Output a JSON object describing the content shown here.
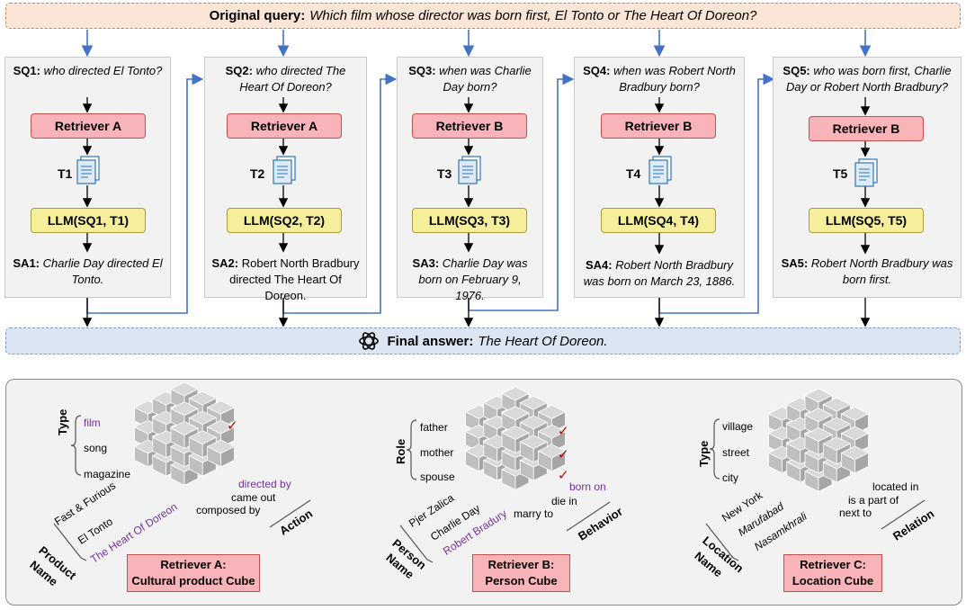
{
  "query": {
    "label": "Original query:",
    "text": "Which film whose director was born first, El Tonto or The Heart Of Doreon?"
  },
  "steps": [
    {
      "sq_label": "SQ1:",
      "sq_text": "who directed El Tonto?",
      "retriever": "Retriever A",
      "t": "T1",
      "llm": "LLM(SQ1, T1)",
      "sa_label": "SA1:",
      "sa_text": "Charlie Day directed El Tonto."
    },
    {
      "sq_label": "SQ2:",
      "sq_text": "who directed The Heart Of Doreon?",
      "retriever": "Retriever A",
      "t": "T2",
      "llm": "LLM(SQ2, T2)",
      "sa_label": "SA2:",
      "sa_text": "Robert North Bradbury directed The Heart Of Doreon."
    },
    {
      "sq_label": "SQ3:",
      "sq_text": "when was Charlie Day born?",
      "retriever": "Retriever B",
      "t": "T3",
      "llm": "LLM(SQ3, T3)",
      "sa_label": "SA3:",
      "sa_text": "Charlie Day was born on February 9, 1976."
    },
    {
      "sq_label": "SQ4:",
      "sq_text": "when was Robert North Bradbury born?",
      "retriever": "Retriever B",
      "t": "T4",
      "llm": "LLM(SQ4, T4)",
      "sa_label": "SA4:",
      "sa_text": "Robert North Bradbury was born on March 23, 1886."
    },
    {
      "sq_label": "SQ5:",
      "sq_text": "who was born first, Charlie Day or Robert North Bradbury?",
      "retriever": "Retriever B",
      "t": "T5",
      "llm": "LLM(SQ5, T5)",
      "sa_label": "SA5:",
      "sa_text": "Robert North Bradbury was born first."
    }
  ],
  "final": {
    "label": "Final answer:",
    "text": "The Heart Of Doreon."
  },
  "cubes": [
    {
      "type_axis": "Type",
      "types": [
        "film",
        "song",
        "magazine"
      ],
      "name_axis": [
        "Product",
        "Name"
      ],
      "names": [
        "Fast & Furious",
        "El Tonto",
        "The Heart Of Doreon"
      ],
      "action_axis": "Action",
      "actions": [
        "directed by",
        "came out",
        "composed by"
      ],
      "caption_line1": "Retriever A:",
      "caption_line2": "Cultural product Cube"
    },
    {
      "type_axis": "Role",
      "types": [
        "father",
        "mother",
        "spouse"
      ],
      "name_axis": [
        "Person",
        "Name"
      ],
      "names": [
        "Pjer Zalica",
        "Charlie Day",
        "Robert Bradury"
      ],
      "action_axis": "Behavior",
      "actions": [
        "born on",
        "die in",
        "marry to"
      ],
      "caption_line1": "Retriever B:",
      "caption_line2": "Person Cube"
    },
    {
      "type_axis": "Type",
      "types": [
        "village",
        "street",
        "city"
      ],
      "name_axis": [
        "Location",
        "Name"
      ],
      "names": [
        "New York",
        "Marufabad",
        "Nasamkhrali"
      ],
      "action_axis": "Relation",
      "actions": [
        "located in",
        "is a part of",
        "next to"
      ],
      "caption_line1": "Retriever C:",
      "caption_line2": "Location Cube"
    }
  ],
  "colors": {
    "retriever": "#f8b4b9",
    "llm": "#f5ef9c",
    "query_bg": "#fbe5d6",
    "final_bg": "#dce6f2",
    "arrow_blue": "#4472c4",
    "highlight": "#7030a0",
    "check": "#c00000"
  },
  "icons": {
    "doc": "document-icon",
    "final": "openai-logo-icon",
    "check": "checkmark-icon"
  }
}
